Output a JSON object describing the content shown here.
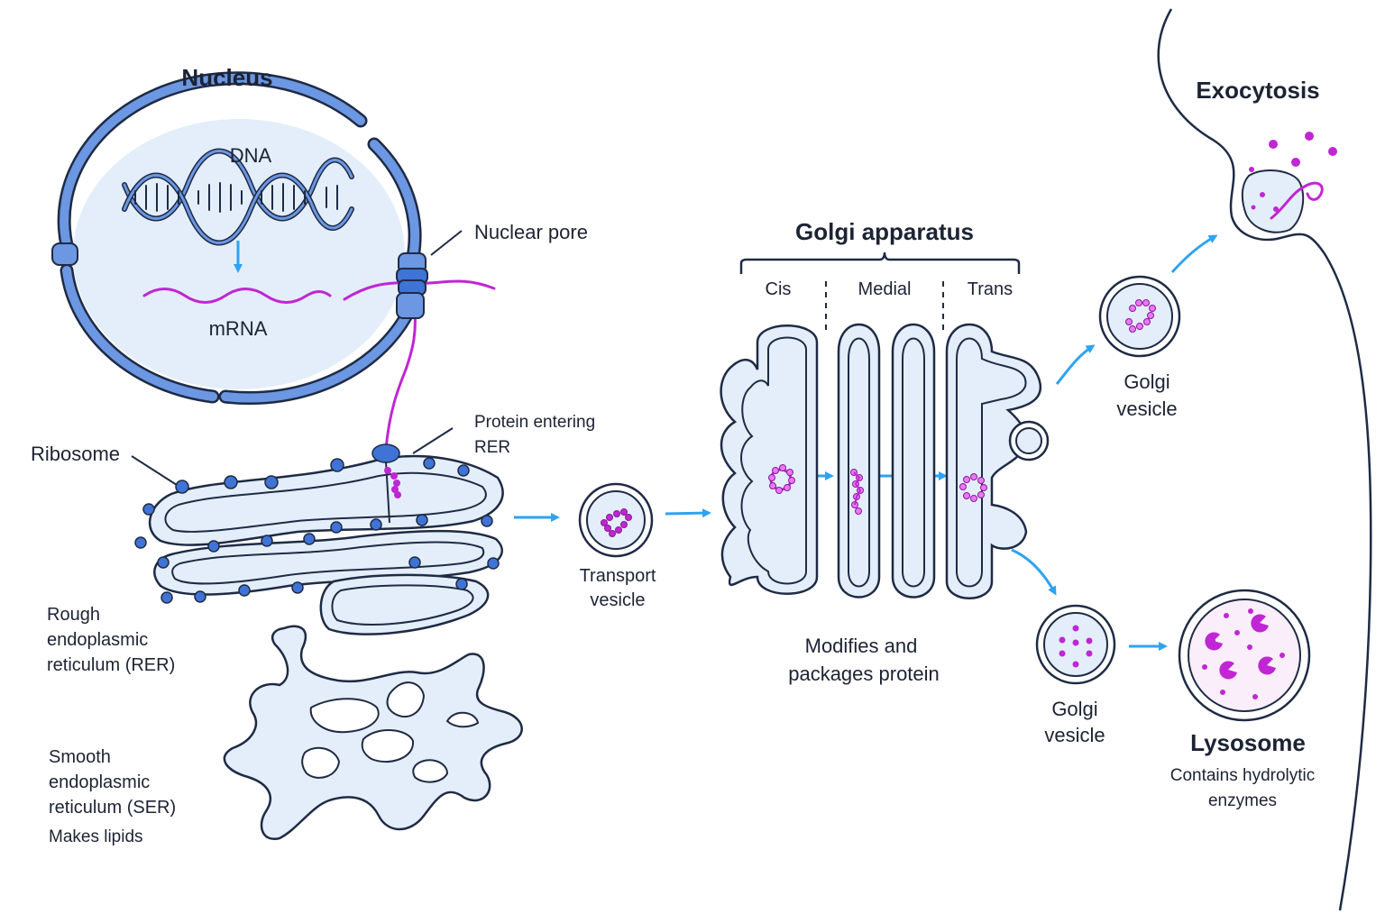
{
  "labels": {
    "nucleus": "Nucleus",
    "dna": "DNA",
    "mrna": "mRNA",
    "nuclear_pore": "Nuclear pore",
    "ribosome": "Ribosome",
    "protein_entering_line1": "Protein entering",
    "protein_entering_line2": "RER",
    "rer_line1": "Rough",
    "rer_line2": "endoplasmic",
    "rer_line3": "reticulum (RER)",
    "ser_line1": "Smooth",
    "ser_line2": "endoplasmic",
    "ser_line3": "reticulum (SER)",
    "ser_note": "Makes lipids",
    "transport_line1": "Transport",
    "transport_line2": "vesicle",
    "golgi_title": "Golgi apparatus",
    "cis": "Cis",
    "medial": "Medial",
    "trans": "Trans",
    "golgi_note_line1": "Modifies and",
    "golgi_note_line2": "packages protein",
    "golgi_vesicle_top_line1": "Golgi",
    "golgi_vesicle_top_line2": "vesicle",
    "golgi_vesicle_bottom_line1": "Golgi",
    "golgi_vesicle_bottom_line2": "vesicle",
    "lysosome": "Lysosome",
    "lysosome_note_line1": "Contains hydrolytic",
    "lysosome_note_line2": "enzymes",
    "exocytosis": "Exocytosis"
  },
  "colors": {
    "membrane": "#5b8de0",
    "membrane_dark": "#1f2b44",
    "fill": "#e3eefa",
    "protein": "#c026d3",
    "arrow": "#2ea3f2",
    "lysosome_fill": "#fbeefb"
  }
}
